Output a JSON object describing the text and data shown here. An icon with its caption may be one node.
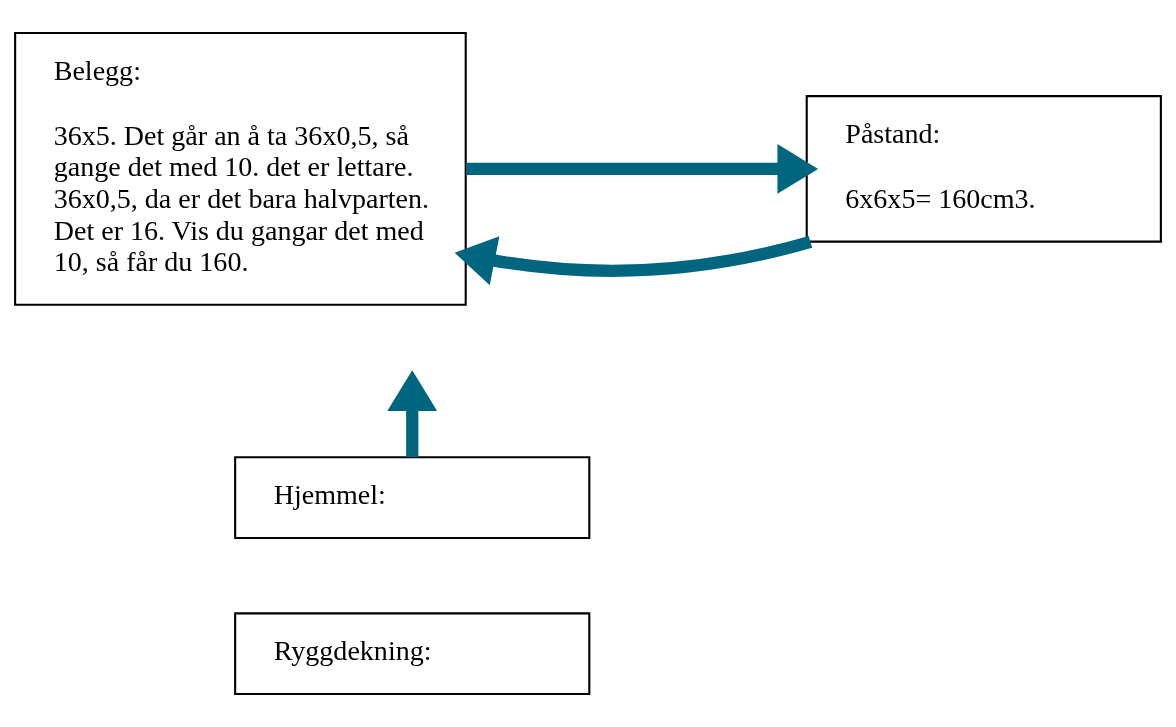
{
  "diagram": {
    "nodes": [
      {
        "text": [
          "Belegg:",
          "36x5. Det går an å ta 36x0,5, så gange det med 10. det er lettare. 36x0,5, da er det bara halvparten. Det er 16. Vis du gangar det med 10, så får du 160."
        ]
      },
      {
        "text": [
          "Påstand:",
          "6x6x5= 160cm3."
        ]
      },
      {
        "text": [
          "Hjemmel:"
        ]
      },
      {
        "text": [
          "Ryggdekning:"
        ]
      }
    ],
    "edges": [
      {
        "from": 1,
        "to": 0,
        "arrow": "to"
      },
      {
        "from": 0,
        "to": 1,
        "arrow": "to"
      },
      {
        "from": 2,
        "to": null,
        "arrow": "to"
      }
    ]
  }
}
